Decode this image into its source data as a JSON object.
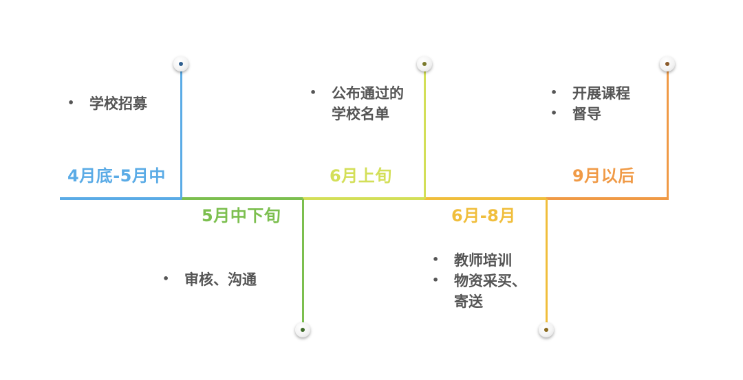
{
  "colors": {
    "blue": "#5aabe6",
    "green": "#7cbf4f",
    "lime": "#d3df58",
    "yellow": "#f0be3c",
    "orange": "#f09a46",
    "text": "#555555"
  },
  "timeline": {
    "stages": [
      {
        "period": "4月底-5月中",
        "items": [
          "学校招募"
        ]
      },
      {
        "period": "5月中下旬",
        "items": [
          "审核、沟通"
        ]
      },
      {
        "period": "6月上旬",
        "items": [
          "公布通过的\n学校名单"
        ]
      },
      {
        "period": "6月-8月",
        "items": [
          "教师培训",
          "物资采买、\n寄送"
        ]
      },
      {
        "period": "9月以后",
        "items": [
          "开展课程",
          "督导"
        ]
      }
    ]
  }
}
